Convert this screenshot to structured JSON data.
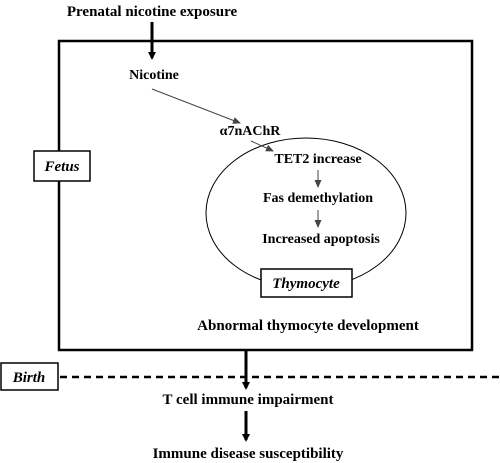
{
  "diagram": {
    "title_top": "Prenatal nicotine exposure",
    "fetus_box_label": "Fetus",
    "nicotine": "Nicotine",
    "receptor": "α7nAChR",
    "cell_steps": [
      "TET2 increase",
      "Fas demethylation",
      "Increased apoptosis"
    ],
    "cell_label": "Thymocyte",
    "fetus_outcome": "Abnormal thymocyte development",
    "birth_label": "Birth",
    "outcome_1": "T cell immune impairment",
    "outcome_2": "Immune disease susceptibility"
  },
  "colors": {
    "ink": "#000000",
    "background": "#ffffff",
    "thin_arrow": "#444444"
  }
}
